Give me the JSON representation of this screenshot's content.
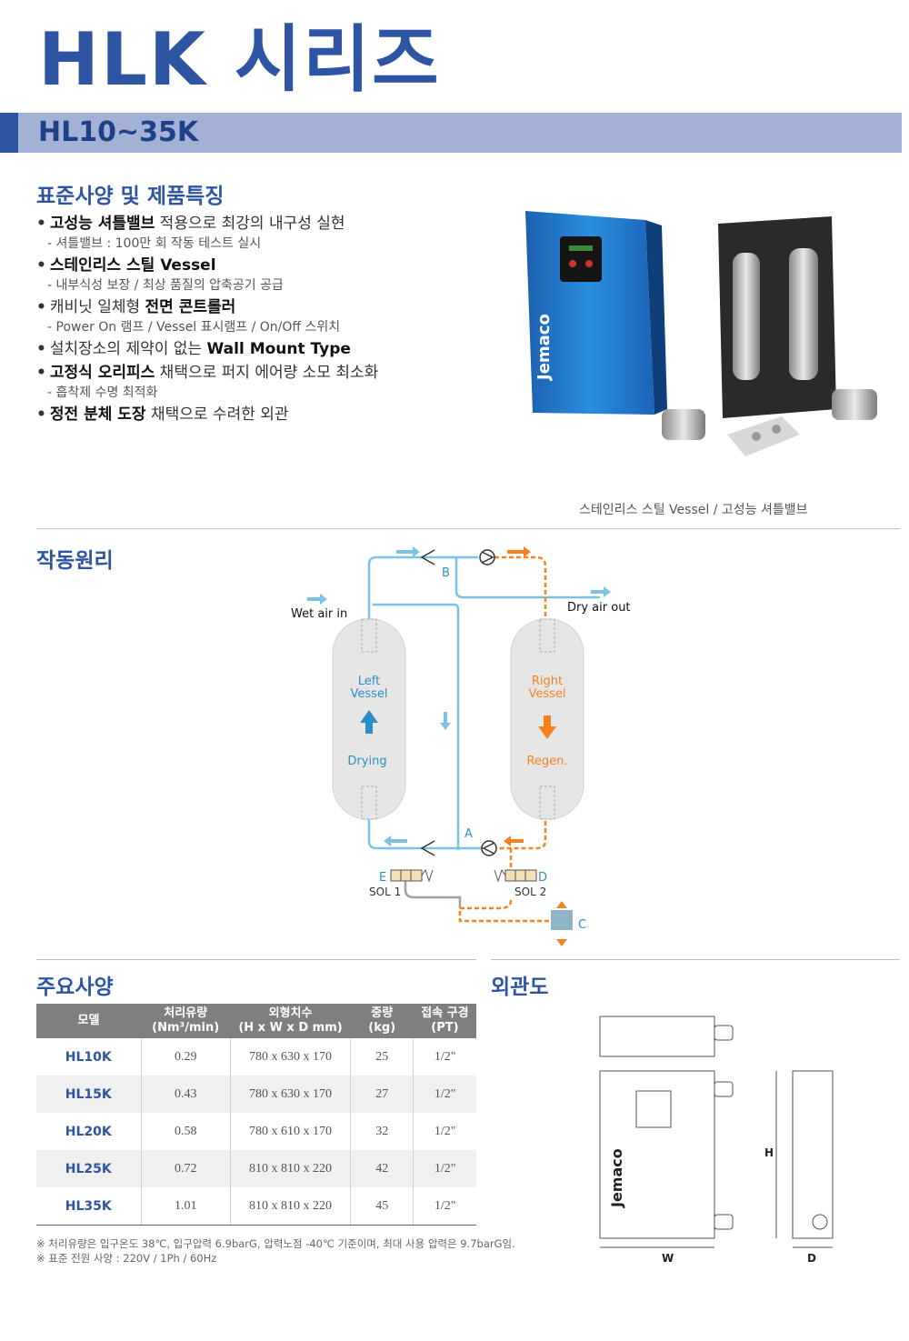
{
  "header": {
    "title": "HLK 시리즈",
    "band": "HL10~35K"
  },
  "standard": {
    "title": "표준사양 및 제품특징",
    "items": [
      {
        "bold": "고성능 셔틀밸브",
        "rest": " 적용으로 최강의 내구성 실현",
        "sub": "- 셔틀밸브 : 100만 회 작동 테스트 실시"
      },
      {
        "bold": "스테인리스 스틸 Vessel",
        "rest": "",
        "sub": "- 내부식성 보장 / 최상 품질의 압축공기 공급"
      },
      {
        "pre": "캐비닛 일체형 ",
        "bold": "전면 콘트롤러",
        "rest": "",
        "sub": "- Power On 램프 / Vessel 표시램프 / On/Off 스위치"
      },
      {
        "pre": "설치장소의 제약이 없는 ",
        "bold": "Wall Mount Type",
        "rest": "",
        "sub": ""
      },
      {
        "bold": "고정식 오리피스",
        "rest": " 채택으로 퍼지 에어량 소모 최소화",
        "sub": "- 흡착제 수명 최적화"
      },
      {
        "bold": "정전 분체 도장",
        "rest": " 채택으로 수려한 외관",
        "sub": ""
      }
    ],
    "bullet": "•",
    "caption": "스테인리스 스틸 Vessel / 고성능 셔틀밸브",
    "brand": "Jemaco"
  },
  "principle": {
    "title": "작동원리",
    "wet_air_in": "Wet air in",
    "dry_air_out": "Dry air out",
    "left_vessel": [
      "Left",
      "Vessel"
    ],
    "left_mode": "Drying",
    "right_vessel": [
      "Right",
      "Vessel"
    ],
    "right_mode": "Regen.",
    "label_a": "A",
    "label_b": "B",
    "label_c": "C",
    "label_d": "D",
    "label_e": "E",
    "sol1": "SOL 1",
    "sol2": "SOL 2",
    "colors": {
      "blue": "#7cc3e3",
      "orange": "#f5821f",
      "gray": "#a0a0a0",
      "label_blue": "#2b8fc7"
    }
  },
  "spec": {
    "title": "주요사양",
    "columns": [
      [
        "모델"
      ],
      [
        "처리유량",
        "(Nm³/min)"
      ],
      [
        "외형치수",
        "(H x W x D mm)"
      ],
      [
        "중량",
        "(kg)"
      ],
      [
        "접속 구경",
        "(PT)"
      ]
    ],
    "rows": [
      [
        "HL10K",
        "0.29",
        "780 x 630 x 170",
        "25",
        "1/2\""
      ],
      [
        "HL15K",
        "0.43",
        "780 x 630 x 170",
        "27",
        "1/2\""
      ],
      [
        "HL20K",
        "0.58",
        "780 x 610 x 170",
        "32",
        "1/2\""
      ],
      [
        "HL25K",
        "0.72",
        "810 x 810 x 220",
        "42",
        "1/2\""
      ],
      [
        "HL35K",
        "1.01",
        "810 x 810 x 220",
        "45",
        "1/2\""
      ]
    ],
    "notes": [
      "※ 처리유량은 입구온도 38℃, 입구압력 6.9barG, 압력노점 -40℃ 기준이며, 최대 사용 압력은 9.7barG임.",
      "※ 표준 전원 사양 : 220V / 1Ph / 60Hz"
    ]
  },
  "outline": {
    "title": "외관도",
    "brand": "Jemaco",
    "w": "W",
    "h": "H",
    "d": "D"
  }
}
